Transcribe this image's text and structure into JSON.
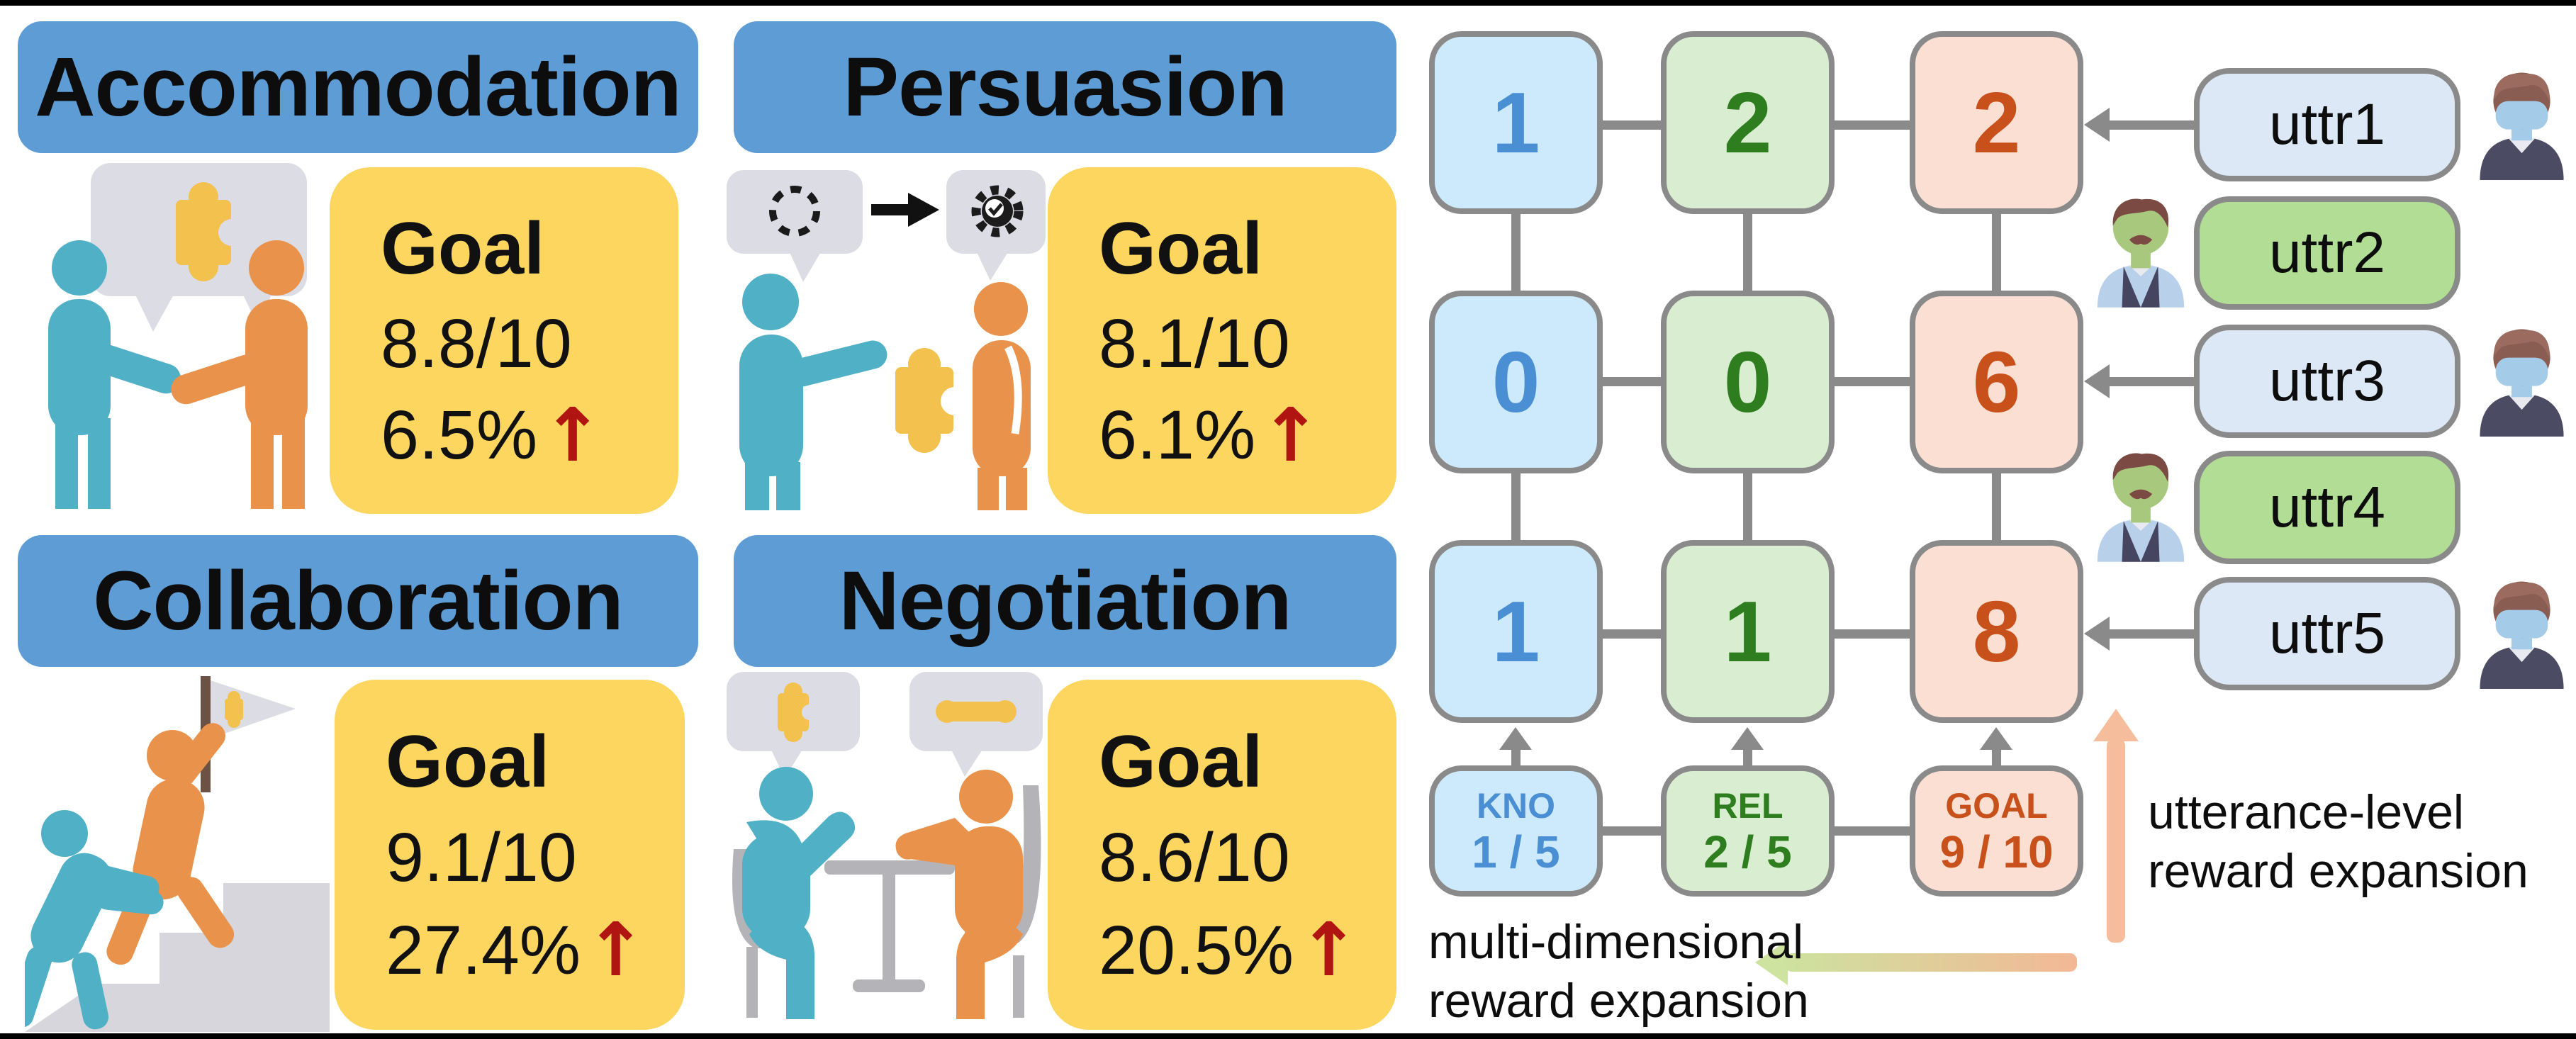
{
  "figure": {
    "quadrants": [
      {
        "title": "Accommodation",
        "goal_label": "Goal",
        "score": "8.8/10",
        "improvement": "6.5%",
        "arrow": "↑"
      },
      {
        "title": "Persuasion",
        "goal_label": "Goal",
        "score": "8.1/10",
        "improvement": "6.1%",
        "arrow": "↑"
      },
      {
        "title": "Collaboration",
        "goal_label": "Goal",
        "score": "9.1/10",
        "improvement": "27.4%",
        "arrow": "↑"
      },
      {
        "title": "Negotiation",
        "goal_label": "Goal",
        "score": "8.6/10",
        "improvement": "20.5%",
        "arrow": "↑"
      }
    ],
    "reward_grid": {
      "columns": [
        {
          "id": "kno",
          "label": "KNO",
          "score": "1 / 5",
          "values": [
            "1",
            "0",
            "1"
          ]
        },
        {
          "id": "rel",
          "label": "REL",
          "score": "2 / 5",
          "values": [
            "2",
            "0",
            "1"
          ]
        },
        {
          "id": "goal",
          "label": "GOAL",
          "score": "9 / 10",
          "values": [
            "2",
            "6",
            "8"
          ]
        }
      ]
    },
    "utterances": [
      {
        "label": "uttr1",
        "speaker": "user"
      },
      {
        "label": "uttr2",
        "speaker": "system"
      },
      {
        "label": "uttr3",
        "speaker": "user"
      },
      {
        "label": "uttr4",
        "speaker": "system"
      },
      {
        "label": "uttr5",
        "speaker": "user"
      }
    ],
    "captions": {
      "utterance_level_line1": "utterance-level",
      "utterance_level_line2": "reward expansion",
      "multi_dimensional_line1": "multi-dimensional",
      "multi_dimensional_line2": "reward expansion"
    },
    "icons": {
      "accommodation": "handshake-people-icon",
      "persuasion": "puzzle-offer-people-icon",
      "collaboration": "climbing-help-flag-icon",
      "negotiation": "table-discussion-icon",
      "user_avatar": "masked-person-icon",
      "system_avatar": "mustache-person-icon"
    },
    "colors": {
      "header_blue": "#5d9cd4",
      "goal_yellow": "#fcd65f",
      "up_arrow_red": "#b11512",
      "kno_fill": "#cdeafc",
      "kno_text": "#4a8fd3",
      "rel_fill": "#d9eed1",
      "rel_text": "#2e7d1e",
      "goal_fill": "#fadfd2",
      "goal_text": "#c8511b",
      "uttr_user_fill": "#dde8f6",
      "uttr_system_fill": "#b2dd94",
      "connector_gray": "#8a8a8a",
      "person_teal": "#4fb0c6",
      "person_orange": "#e8924c",
      "puzzle_yellow": "#f2c14e",
      "bubble_gray": "#dcdce4",
      "expansion_peach": "#f5bd9c",
      "expansion_green": "#cde29f"
    }
  }
}
